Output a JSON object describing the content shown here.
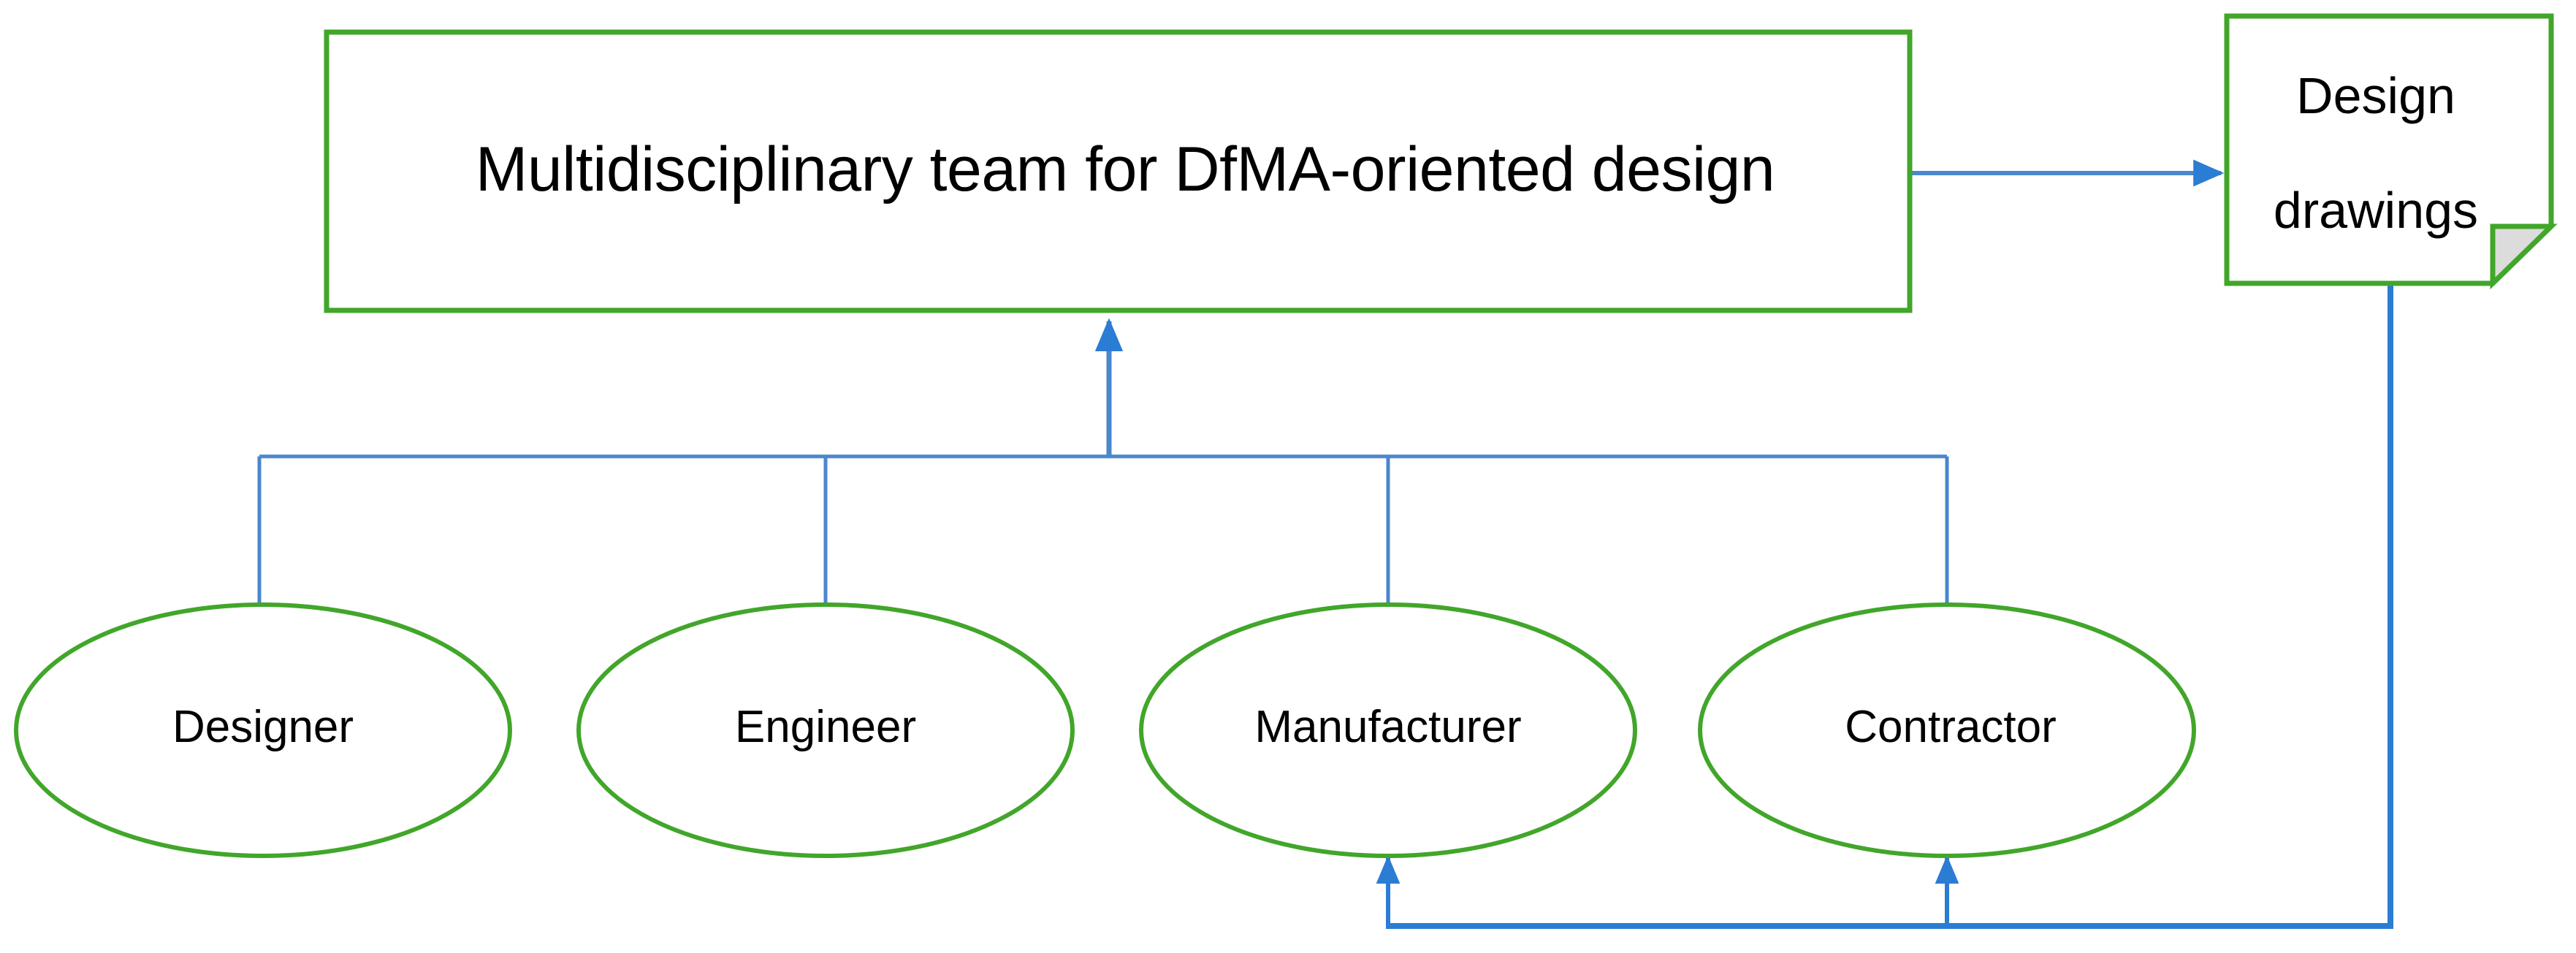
{
  "colors": {
    "node_stroke": "#41A62A",
    "connector": "#4A87CD",
    "connector_dark": "#2B7CD3",
    "fold_fill": "#DCDCDC",
    "node_fill": "#FFFFFF",
    "text": "#000000",
    "background": "#FFFFFF"
  },
  "diagram": {
    "type": "flowchart",
    "title_node": {
      "id": "team-box",
      "shape": "rectangle",
      "label": "Multidisciplinary team for DfMA-oriented design"
    },
    "document_node": {
      "id": "design-drawings",
      "shape": "document",
      "label": "Design\ndrawings",
      "line1": "Design",
      "line2": "drawings"
    },
    "role_nodes": [
      {
        "id": "designer",
        "shape": "ellipse",
        "label": "Designer"
      },
      {
        "id": "engineer",
        "shape": "ellipse",
        "label": "Engineer"
      },
      {
        "id": "manufacturer",
        "shape": "ellipse",
        "label": "Manufacturer"
      },
      {
        "id": "contractor",
        "shape": "ellipse",
        "label": "Contractor"
      }
    ],
    "connectors": [
      {
        "id": "team-to-drawings",
        "from": "team-box",
        "to": "design-drawings",
        "arrow": "single",
        "direction": "right"
      },
      {
        "id": "roles-to-team",
        "from": "role-bus",
        "to": "team-box",
        "arrow": "single",
        "direction": "up"
      },
      {
        "id": "designer-to-bus",
        "from": "designer",
        "to": "role-bus",
        "arrow": "none",
        "direction": "up"
      },
      {
        "id": "engineer-to-bus",
        "from": "engineer",
        "to": "role-bus",
        "arrow": "none",
        "direction": "up"
      },
      {
        "id": "manufacturer-to-bus",
        "from": "manufacturer",
        "to": "role-bus",
        "arrow": "none",
        "direction": "up"
      },
      {
        "id": "contractor-to-bus",
        "from": "contractor",
        "to": "role-bus",
        "arrow": "none",
        "direction": "up"
      },
      {
        "id": "drawings-to-manufacturer",
        "from": "design-drawings",
        "to": "manufacturer",
        "arrow": "single",
        "direction": "up"
      },
      {
        "id": "drawings-to-contractor",
        "from": "design-drawings",
        "to": "contractor",
        "arrow": "single",
        "direction": "up"
      }
    ]
  }
}
